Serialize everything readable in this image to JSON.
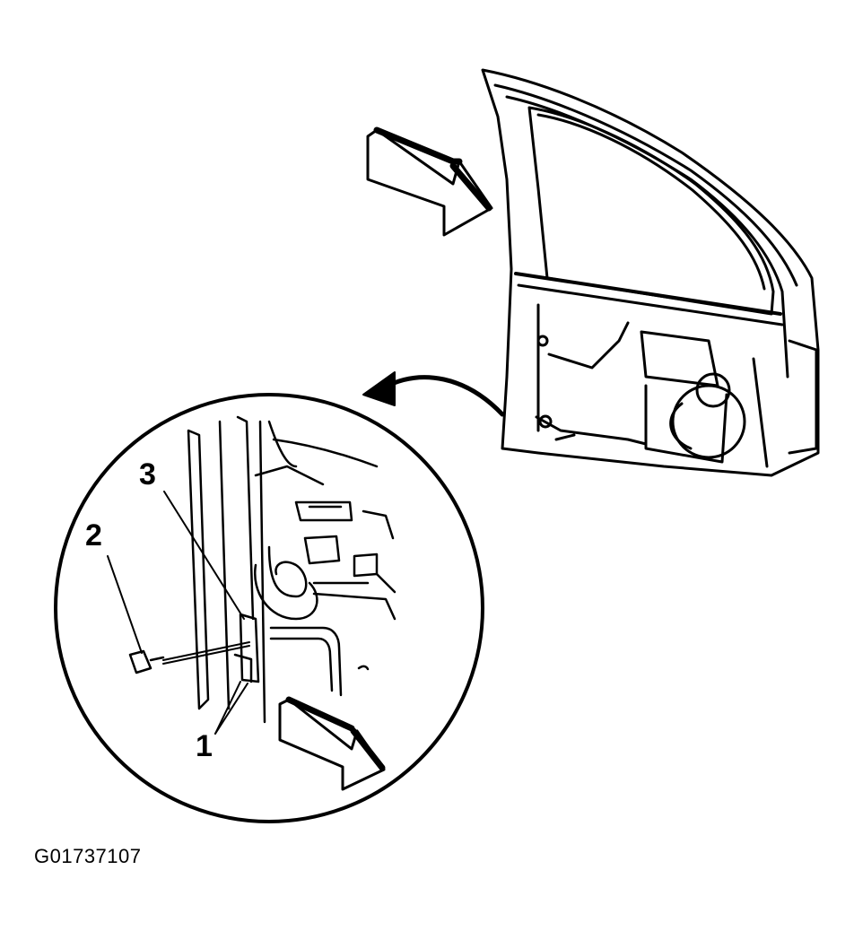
{
  "figure": {
    "id_label": "G01737107",
    "callouts": {
      "one": "1",
      "two": "2",
      "three": "3"
    }
  },
  "colors": {
    "ink": "#000000",
    "paper": "#ffffff"
  },
  "icons": {
    "view_arrow_top": "view-direction-arrow-icon",
    "view_arrow_bottom": "view-direction-arrow-icon",
    "detail_arrow": "curved-arrow-icon"
  }
}
